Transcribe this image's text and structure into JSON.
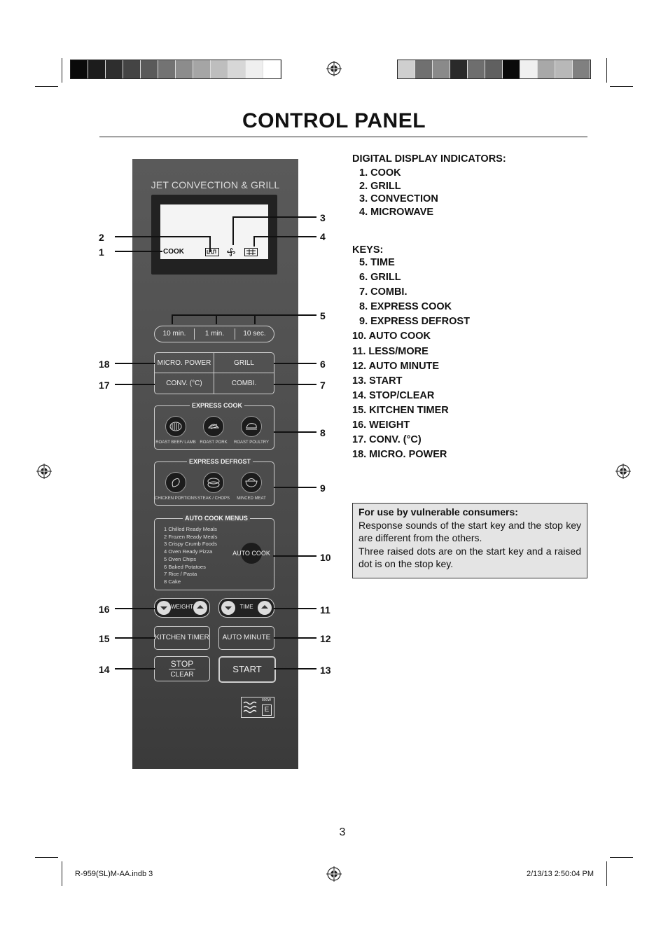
{
  "page": {
    "title": "CONTROL PANEL",
    "page_number": "3",
    "footer_left": "R-959(SL)M-AA.indb   3",
    "footer_right": "2/13/13   2:50:04 PM"
  },
  "color_bars": {
    "left": [
      "#0a0a0a",
      "#1c1c1c",
      "#2e2e2e",
      "#444444",
      "#5a5a5a",
      "#737373",
      "#8c8c8c",
      "#a5a5a5",
      "#bebebe",
      "#d7d7d7",
      "#efefef",
      "#ffffff"
    ],
    "right": [
      "#cfcfcf",
      "#707070",
      "#8a8a8a",
      "#2a2a2a",
      "#6e6e6e",
      "#606060",
      "#0a0a0a",
      "#f0f0f0",
      "#a8a8a8",
      "#b8b8b8",
      "#808080"
    ]
  },
  "panel": {
    "brand": "JET CONVECTION & GRILL",
    "display_cook": "COOK",
    "time_keys": [
      "10 min.",
      "1 min.",
      "10 sec."
    ],
    "micro_power": "MICRO. POWER",
    "grill": "GRILL",
    "conv": "CONV. (°C)",
    "combi": "COMBI.",
    "express_cook_title": "EXPRESS COOK",
    "express_cook_items": [
      "ROAST BEEF/ LAMB",
      "ROAST PORK",
      "ROAST POULTRY"
    ],
    "express_defrost_title": "EXPRESS DEFROST",
    "express_defrost_items": [
      "CHICKEN PORTIONS",
      "STEAK / CHOPS",
      "MINCED MEAT"
    ],
    "auto_cook_title": "AUTO COOK MENUS",
    "auto_cook_menus": [
      "1 Chilled Ready Meals",
      "2 Frozen Ready Meals",
      "3 Crispy Crumb  Foods",
      "4 Oven Ready Pizza",
      "5 Oven Chips",
      "6 Baked Potatoes",
      "7 Rice / Pasta",
      "8 Cake"
    ],
    "auto_cook_button": "AUTO COOK",
    "weight": "WEIGHT",
    "time": "TIME",
    "kitchen_timer": "KITCHEN TIMER",
    "auto_minute": "AUTO MINUTE",
    "stop": "STOP",
    "clear": "CLEAR",
    "start": "START",
    "rating_top": "800W",
    "rating_class": "E"
  },
  "callouts": {
    "n1": "1",
    "n2": "2",
    "n3": "3",
    "n4": "4",
    "n5": "5",
    "n6": "6",
    "n7": "7",
    "n8": "8",
    "n9": "9",
    "n10": "10",
    "n11": "11",
    "n12": "12",
    "n13": "13",
    "n14": "14",
    "n15": "15",
    "n16": "16",
    "n17": "17",
    "n18": "18"
  },
  "indicators": {
    "heading": "DIGITAL DISPLAY INDICATORS:",
    "items": [
      "1. COOK",
      "2. GRILL",
      "3. CONVECTION",
      "4. MICROWAVE"
    ]
  },
  "keys": {
    "heading": "KEYS:",
    "items": [
      "5. TIME",
      "6. GRILL",
      "7. COMBI.",
      "8. EXPRESS COOK",
      "9. EXPRESS DEFROST",
      "10. AUTO COOK",
      "11. LESS/MORE",
      "12. AUTO MINUTE",
      "13. START",
      "14. STOP/CLEAR",
      "15. KITCHEN TIMER",
      "16. WEIGHT",
      "17. CONV. (°C)",
      "18. MICRO. POWER"
    ]
  },
  "note": {
    "heading": "For use by vulnerable consumers:",
    "line1": "Response sounds of the start key and the stop key are different from the others.",
    "line2": "Three raised dots are on the start key and a raised dot is on the stop key."
  }
}
